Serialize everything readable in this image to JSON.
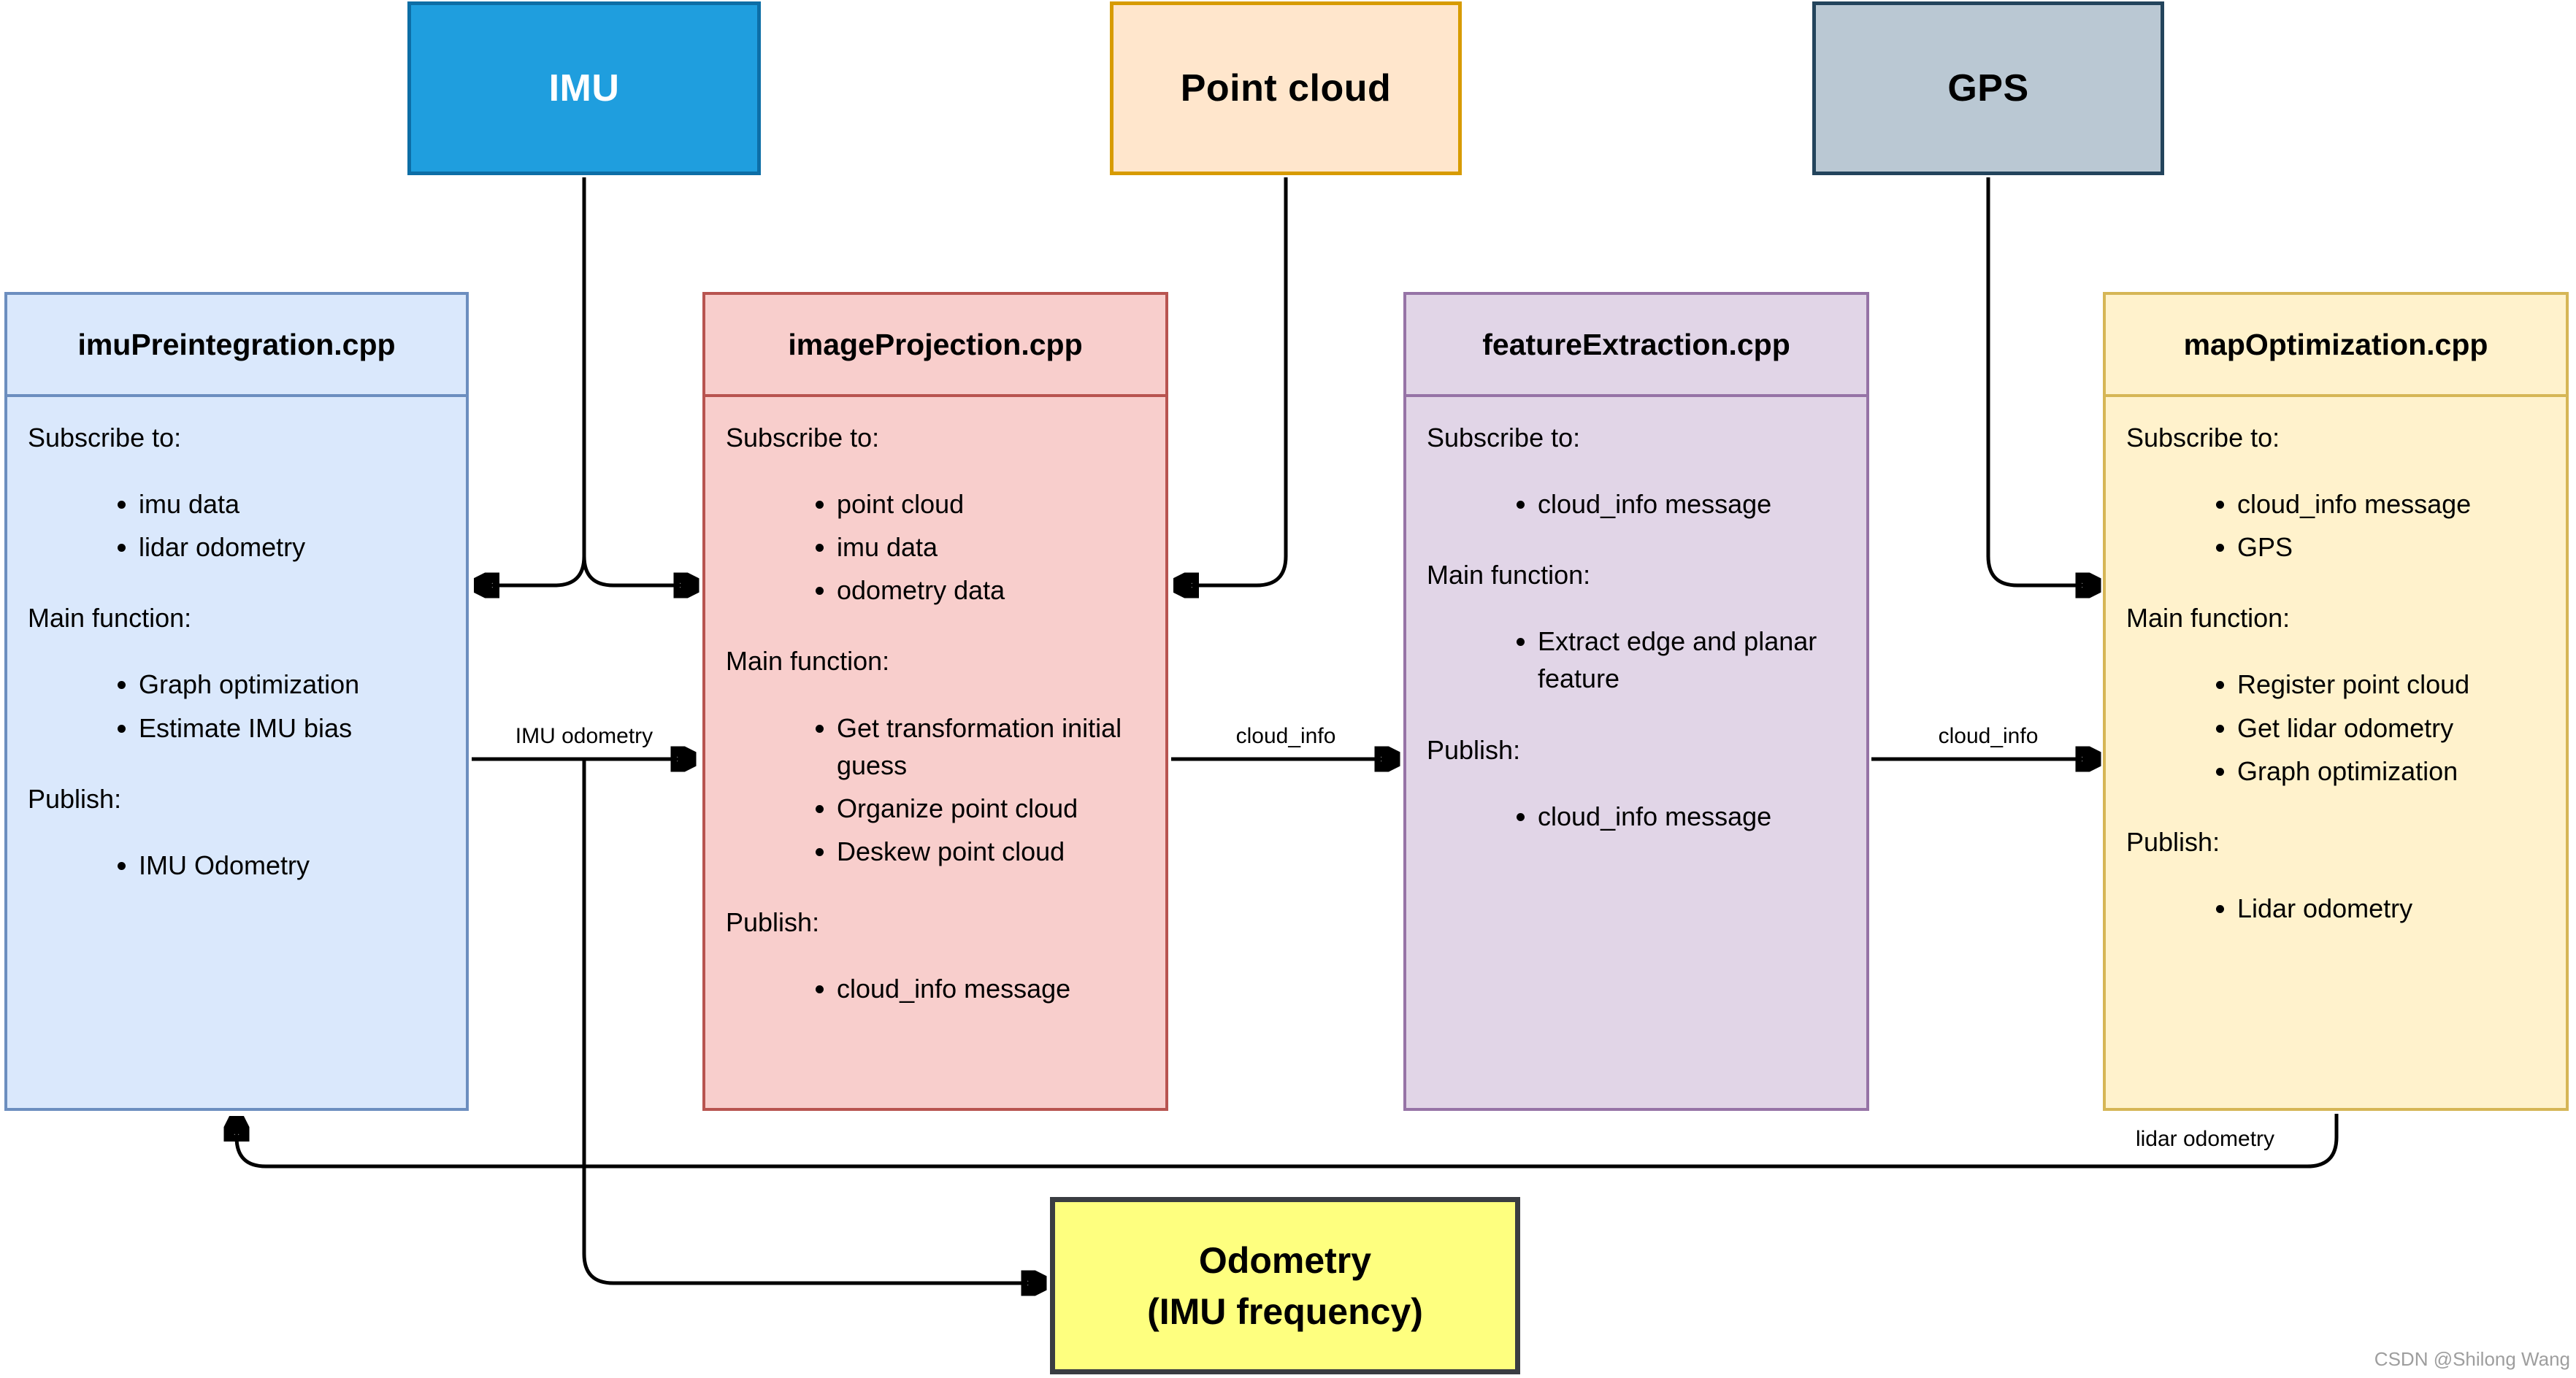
{
  "sources": [
    {
      "label": "IMU",
      "fill": "#1f9ede",
      "border": "#0d6ea6",
      "text": "#ffffff"
    },
    {
      "label": "Point cloud",
      "fill": "#ffe6cc",
      "border": "#d79b00",
      "text": "#000000"
    },
    {
      "label": "GPS",
      "fill": "#bac8d3",
      "border": "#23445c",
      "text": "#000000"
    }
  ],
  "modules": [
    {
      "title": "imuPreintegration.cpp",
      "fill": "#dae8fc",
      "border": "#6c8ebf",
      "sections": [
        {
          "heading": "Subscribe to:",
          "items": [
            "imu data",
            "lidar odometry"
          ]
        },
        {
          "heading": "Main function:",
          "items": [
            "Graph optimization",
            "Estimate IMU bias"
          ]
        },
        {
          "heading": "Publish:",
          "items": [
            "IMU Odometry"
          ]
        }
      ]
    },
    {
      "title": "imageProjection.cpp",
      "fill": "#f8cecc",
      "border": "#b85450",
      "sections": [
        {
          "heading": "Subscribe to:",
          "items": [
            "point cloud",
            "imu data",
            "odometry data"
          ]
        },
        {
          "heading": "Main function:",
          "items": [
            "Get transformation initial guess",
            "Organize point cloud",
            "Deskew point cloud"
          ]
        },
        {
          "heading": "Publish:",
          "items": [
            "cloud_info message"
          ]
        }
      ]
    },
    {
      "title": "featureExtraction.cpp",
      "fill": "#e1d5e7",
      "border": "#9673a6",
      "sections": [
        {
          "heading": "Subscribe to:",
          "items": [
            "cloud_info message"
          ]
        },
        {
          "heading": "Main function:",
          "items": [
            "Extract edge and planar feature"
          ]
        },
        {
          "heading": "Publish:",
          "items": [
            "cloud_info message"
          ]
        }
      ]
    },
    {
      "title": "mapOptimization.cpp",
      "fill": "#fff2cc",
      "border": "#d6b656",
      "sections": [
        {
          "heading": "Subscribe to:",
          "items": [
            "cloud_info message",
            "GPS"
          ]
        },
        {
          "heading": "Main function:",
          "items": [
            "Register point cloud",
            "Get lidar odometry",
            "Graph optimization"
          ]
        },
        {
          "heading": "Publish:",
          "items": [
            "Lidar odometry"
          ]
        }
      ]
    }
  ],
  "sink": {
    "line1": "Odometry",
    "line2": "(IMU frequency)",
    "fill": "#feff7f",
    "border": "#3a3d42",
    "text": "#000000"
  },
  "edge_labels": {
    "imu_odometry": "IMU odometry",
    "cloud_info_1": "cloud_info",
    "cloud_info_2": "cloud_info",
    "lidar_odometry": "lidar odometry"
  },
  "watermark": "CSDN @Shilong Wang"
}
